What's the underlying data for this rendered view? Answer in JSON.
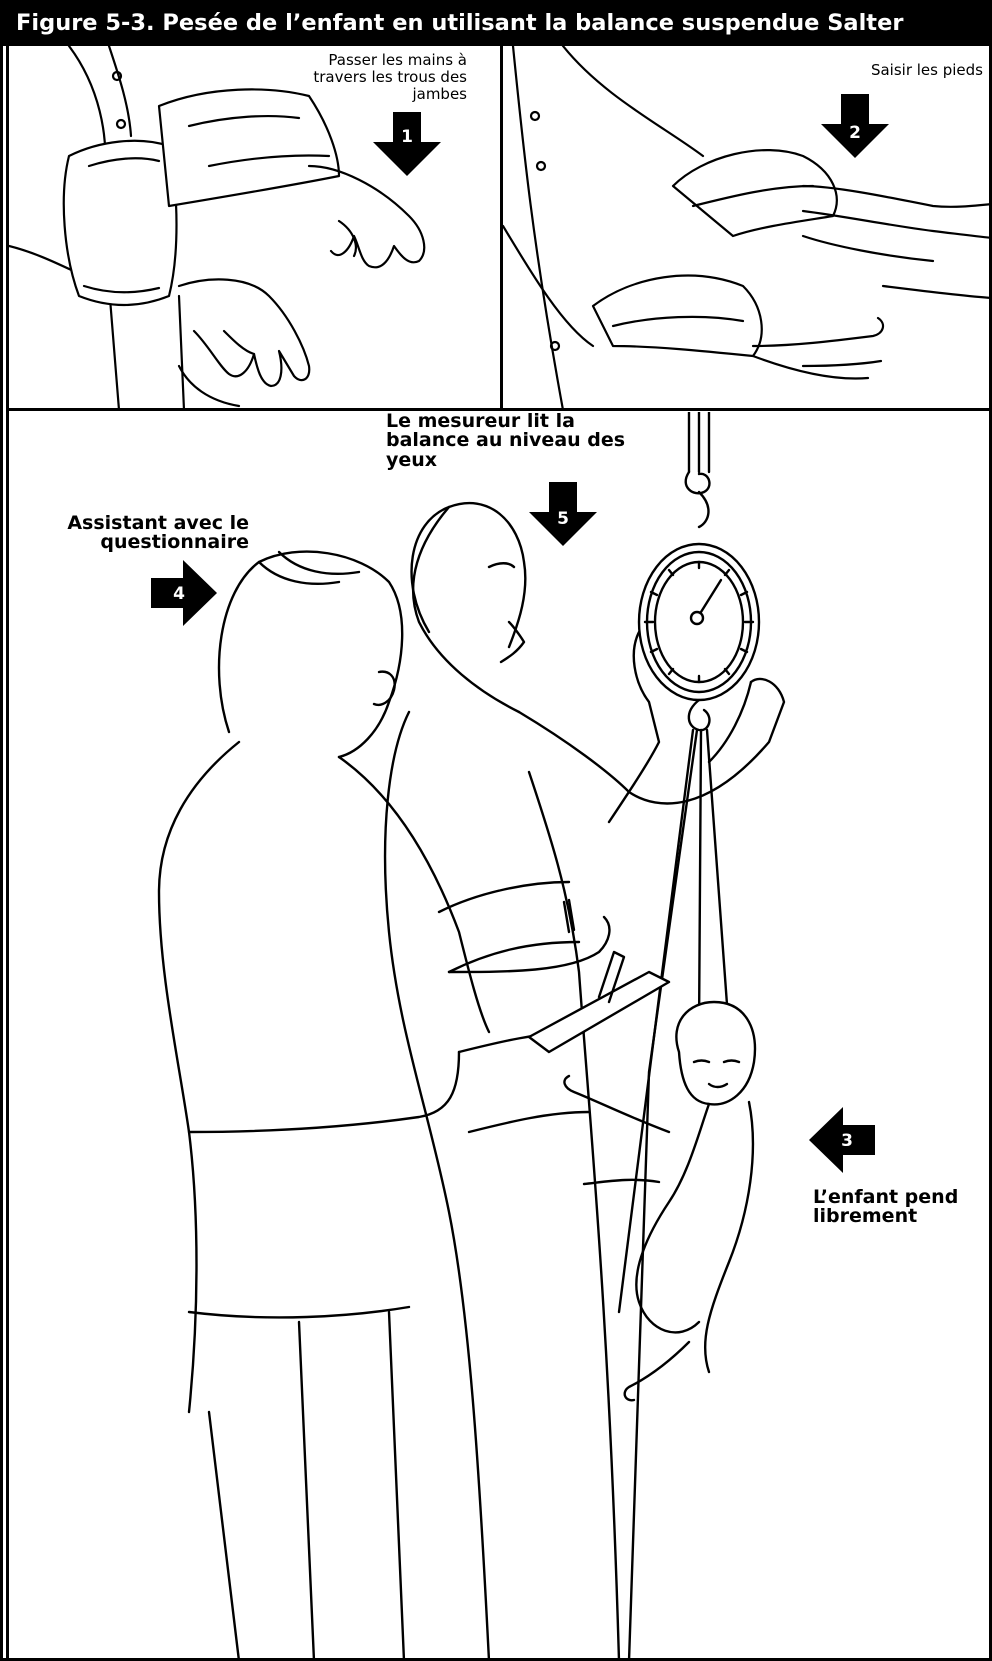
{
  "figure": {
    "title": "Figure 5-3. Pesée de l’enfant en utilisant la balance suspendue Salter"
  },
  "panel1": {
    "label_lines": [
      "Passer les mains à",
      "travers les trous des",
      "jambes"
    ],
    "step": "1"
  },
  "panel2": {
    "label": "Saisir les pieds",
    "step": "2"
  },
  "panel3": {
    "reader_label_lines": [
      "Le mesureur lit la",
      "balance au niveau des",
      "yeux"
    ],
    "reader_step": "5",
    "assistant_label_lines": [
      "Assistant avec le",
      "questionnaire"
    ],
    "assistant_step": "4",
    "child_label_lines": [
      "L’enfant pend",
      "librement"
    ],
    "child_step": "3"
  },
  "colors": {
    "ink": "#000000",
    "paper": "#ffffff"
  },
  "icons": {
    "arrow_down": "arrow-down-icon",
    "arrow_right": "arrow-right-icon",
    "arrow_left": "arrow-left-icon"
  }
}
